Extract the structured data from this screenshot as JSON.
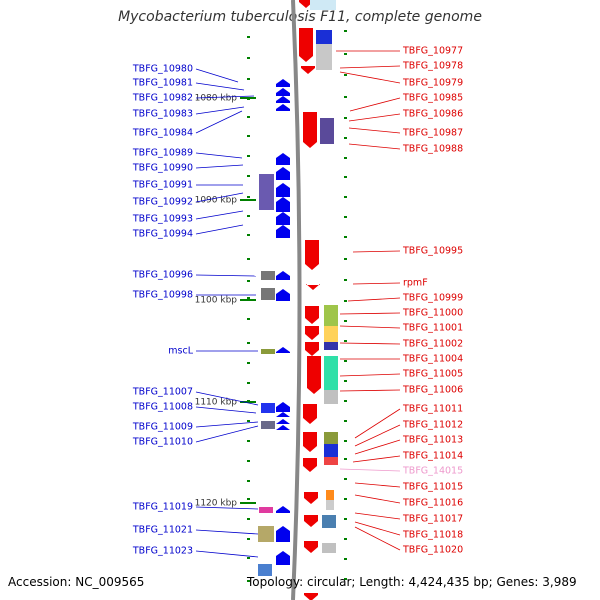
{
  "title": "Mycobacterium tuberculosis F11, complete genome",
  "footer": {
    "accession": "Accession: NC_009565",
    "topology": "Topology: circular; Length: 4,424,435 bp; Genes: 3,989"
  },
  "colors": {
    "left_label": "#0000cc",
    "right_label": "#dd0000",
    "faded_label": "#ee99cc",
    "backbone": "#888888",
    "tick": "#008000",
    "forward_feature": "#0000ee",
    "reverse_feature": "#ee0000"
  },
  "left_labels": [
    "TBFG_10980",
    "TBFG_10981",
    "TBFG_10982",
    "TBFG_10983",
    "TBFG_10984",
    "TBFG_10989",
    "TBFG_10990",
    "TBFG_10991",
    "TBFG_10992",
    "TBFG_10993",
    "TBFG_10994",
    "TBFG_10996",
    "TBFG_10998",
    "mscL",
    "TBFG_11007",
    "TBFG_11008",
    "TBFG_11009",
    "TBFG_11010",
    "TBFG_11019",
    "TBFG_11021",
    "TBFG_11023"
  ],
  "right_labels": [
    "TBFG_10977",
    "TBFG_10978",
    "TBFG_10979",
    "TBFG_10985",
    "TBFG_10986",
    "TBFG_10987",
    "TBFG_10988",
    "TBFG_10995",
    "rpmF",
    "TBFG_10999",
    "TBFG_11000",
    "TBFG_11001",
    "TBFG_11002",
    "TBFG_11004",
    "TBFG_11005",
    "TBFG_11006",
    "TBFG_11011",
    "TBFG_11012",
    "TBFG_11013",
    "TBFG_11014",
    "TBFG_14015",
    "TBFG_11015",
    "TBFG_11016",
    "TBFG_11017",
    "TBFG_11018",
    "TBFG_11020"
  ],
  "scale_labels": [
    "1080 kbp",
    "1090 kbp",
    "1100 kbp",
    "1110 kbp",
    "1120 kbp"
  ]
}
